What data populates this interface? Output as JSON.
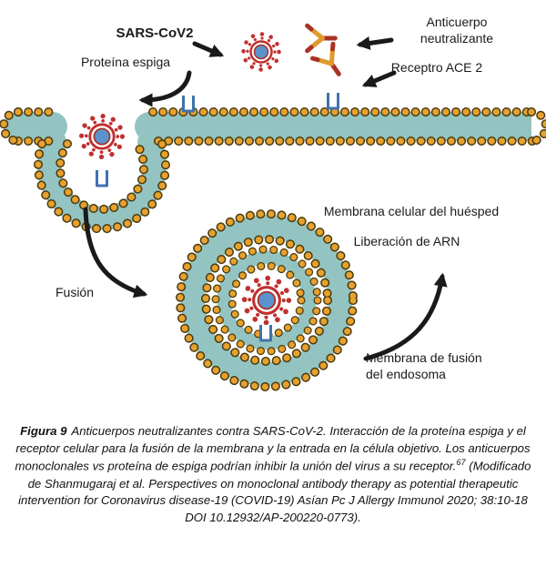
{
  "palette": {
    "membrane_teal": "#93c4c1",
    "lipid_head_orange": "#e6a12f",
    "lipid_head_outline": "#4a3a10",
    "virus_red": "#c03030",
    "virus_core_blue": "#5b93cc",
    "receptor_blue": "#3f72ad",
    "antibody_gold": "#e09b2d",
    "antibody_dark_red": "#a93226",
    "arrow_black": "#1a1a1a",
    "background": "#ffffff"
  },
  "diagram": {
    "labels": {
      "sars_cov2": "SARS-CoV2",
      "proteina_espiga": "Proteína espiga",
      "anticuerpo_line1": "Anticuerpo",
      "anticuerpo_line2": "neutralizante",
      "receptor_ace2": "Receptro ACE 2",
      "membrana_celular": "Membrana celular del huésped",
      "liberacion_arn": "Liberación de ARN",
      "fusion": "Fusión",
      "membrana_fusion_line1": "Membrana de fusión",
      "membrana_fusion_line2": "del endosoma"
    }
  },
  "caption": {
    "label": "Figura 9",
    "body": "Anticuerpos neutralizantes contra SARS-CoV-2. Interacción de la proteína espiga y el receptor celular para la fusión de la membrana y la entrada en la célula objetivo. Los anticuerpos monoclonales vs proteína de espiga podrían inhibir la unión del virus a su receptor.",
    "superscript": "67",
    "citation": "(Modificado de Shanmugaraj et al. Perspectives on monoclonal antibody therapy as potential therapeutic intervention for Coronavirus disease-19 (COVID-19) Asían Pc J Allergy Immunol 2020; 38:10-18 DOI 10.12932/AP-200220-0773)."
  }
}
